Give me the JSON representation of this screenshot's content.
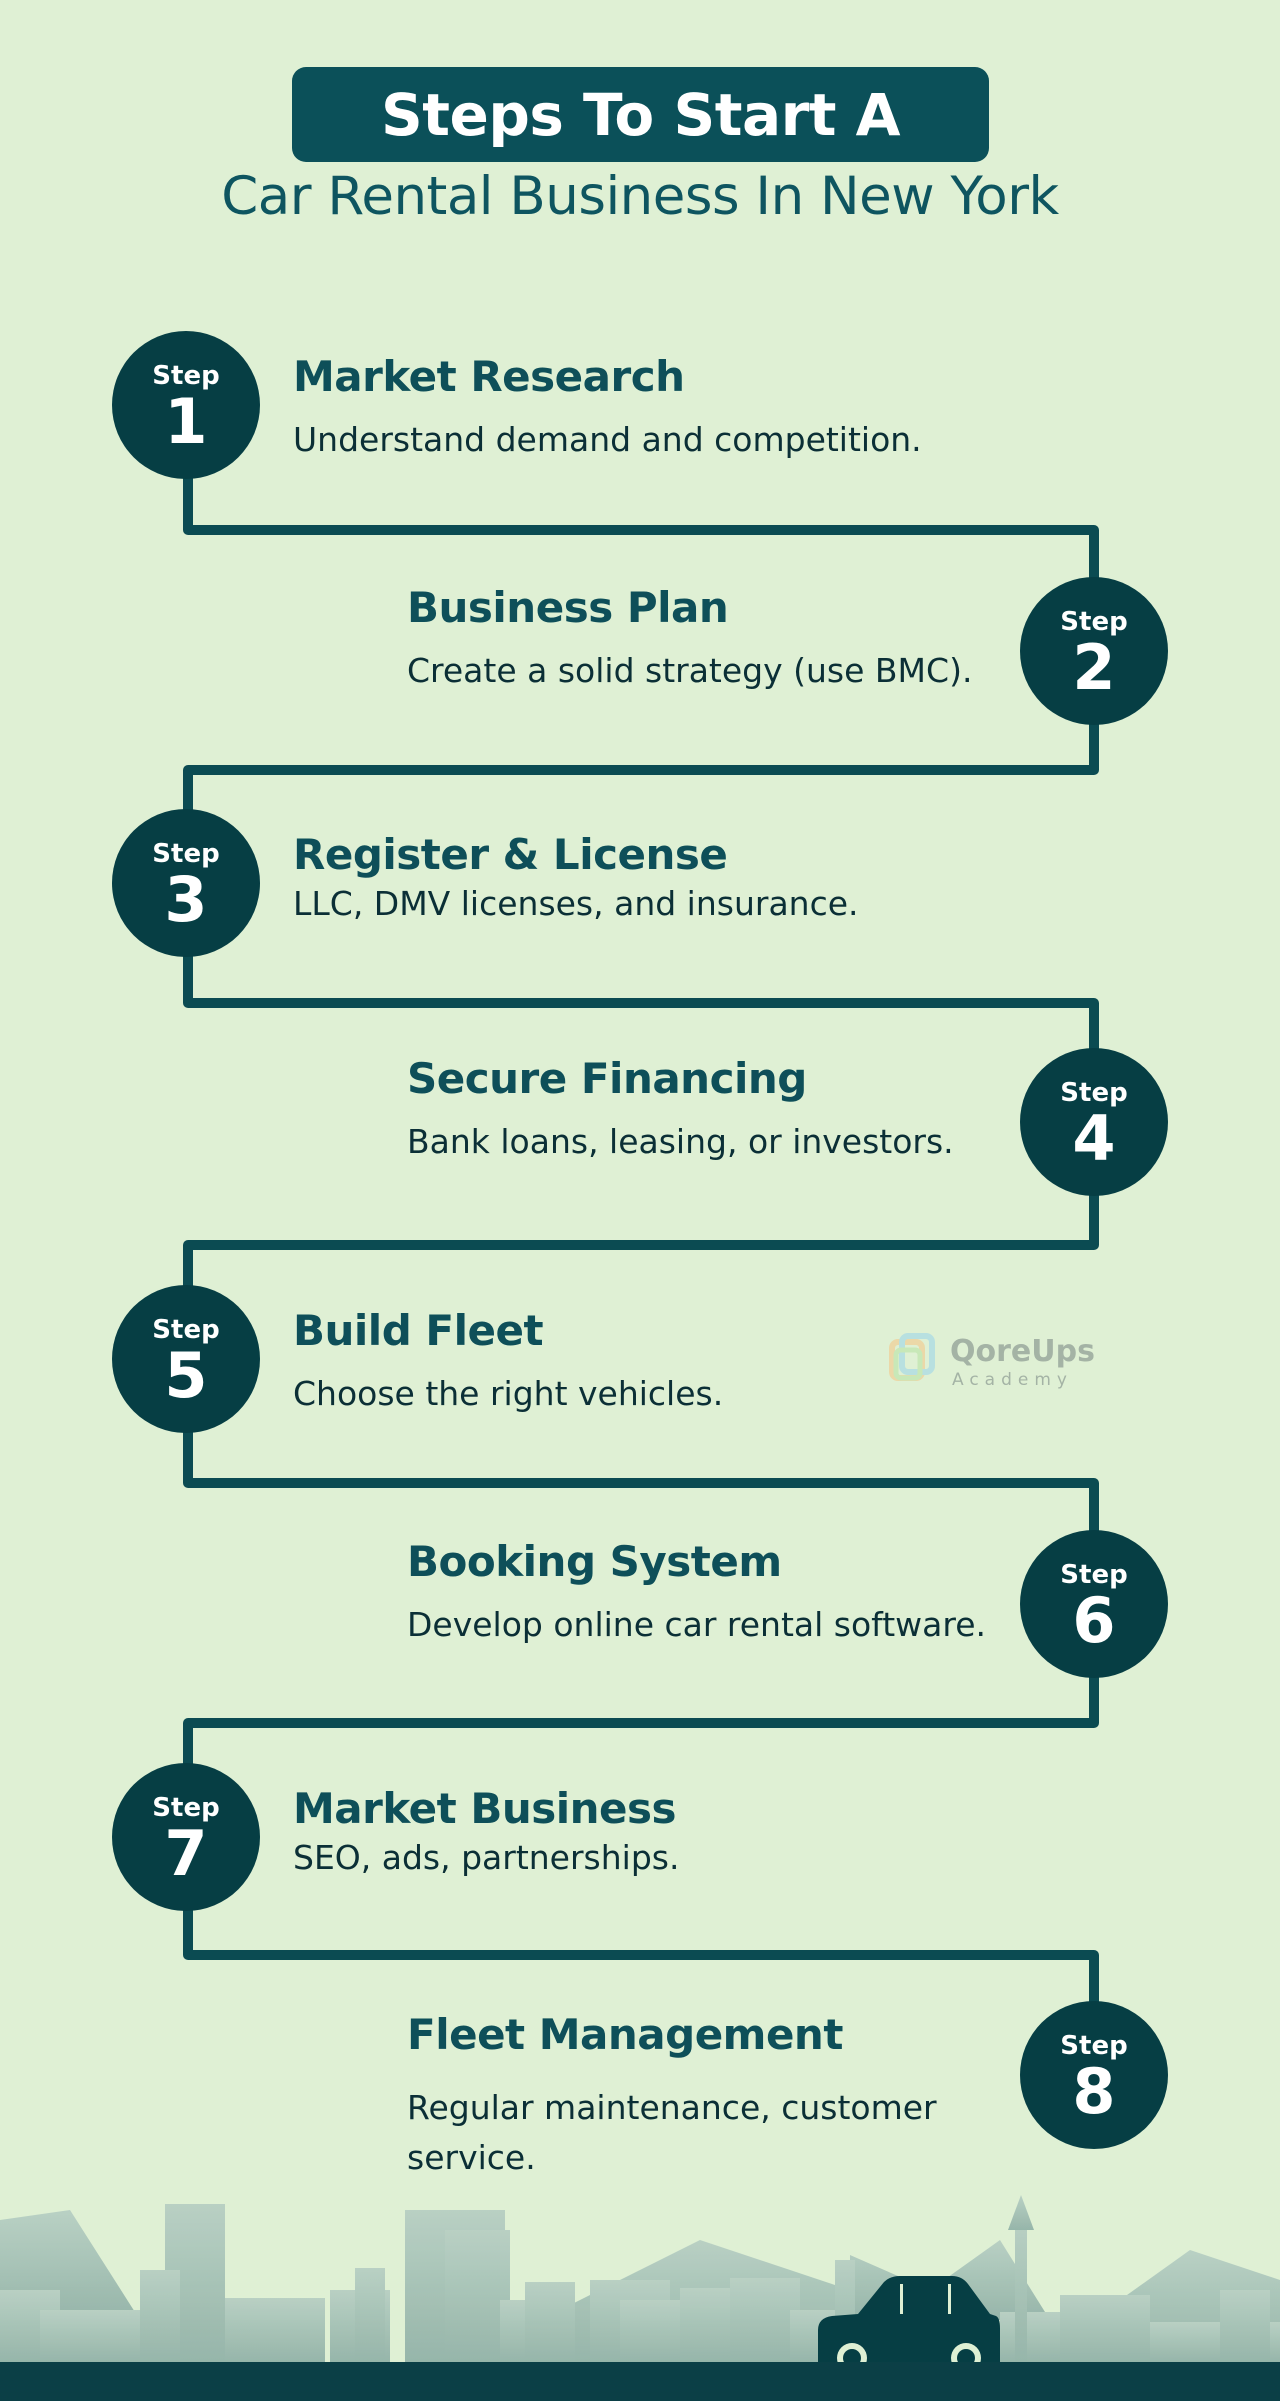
{
  "header": {
    "title_line1": "Steps To Start A",
    "title_line2": "Car Rental Business In New York"
  },
  "colors": {
    "background": "#dff0d4",
    "accent": "#0b5059",
    "circle": "#063e44",
    "heading": "#0e4f59"
  },
  "steps": [
    {
      "step_word": "Step",
      "number": "1",
      "heading": "Market Research",
      "desc": "Understand demand and competition."
    },
    {
      "step_word": "Step",
      "number": "2",
      "heading": "Business Plan",
      "desc": "Create a solid strategy (use BMC)."
    },
    {
      "step_word": "Step",
      "number": "3",
      "heading": "Register & License",
      "desc": "LLC, DMV licenses, and insurance."
    },
    {
      "step_word": "Step",
      "number": "4",
      "heading": "Secure Financing",
      "desc": "Bank loans, leasing, or investors."
    },
    {
      "step_word": "Step",
      "number": "5",
      "heading": "Build Fleet",
      "desc": "Choose the right vehicles."
    },
    {
      "step_word": "Step",
      "number": "6",
      "heading": "Booking System",
      "desc": "Develop online car rental software."
    },
    {
      "step_word": "Step",
      "number": "7",
      "heading": "Market Business",
      "desc": "SEO, ads, partnerships."
    },
    {
      "step_word": "Step",
      "number": "8",
      "heading": "Fleet Management",
      "desc": "Regular maintenance, customer service."
    }
  ],
  "watermark": {
    "name": "QoreUps",
    "sub": "Academy"
  },
  "icons": {
    "logo": "qoreups-logo-icon",
    "car": "car-icon",
    "skyline": "city-skyline-icon"
  }
}
